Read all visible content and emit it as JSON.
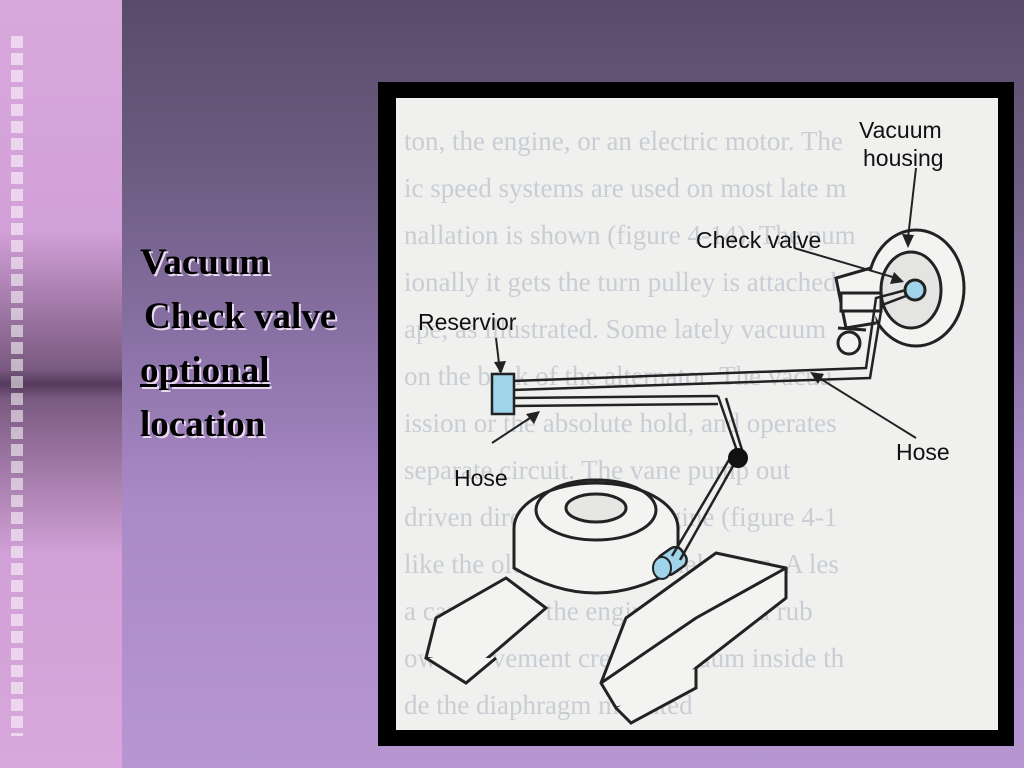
{
  "slide": {
    "title_lines": [
      "Vacuum",
      "Check valve",
      "optional",
      "location"
    ]
  },
  "diagram": {
    "labels": {
      "vacuum_housing_line1": "Vacuum",
      "vacuum_housing_line2": "housing",
      "check_valve": "Check valve",
      "reservior": "Reservior",
      "hose_left": "Hose",
      "hose_right": "Hose"
    },
    "background_text": [
      "ton, the engine, or an electric motor. The",
      "ic speed systems are used on most late m",
      "nallation is shown (figure 4-14). The pum",
      "ionally it gets the turn pulley is attached",
      "ape, as illustrated. Some lately vacuum",
      "on the back of the alternator. The vacuu",
      "ission or the absolute hold, and operates",
      "separate circuit. The vane pump out",
      "driven directly by the engine (figure 4-1",
      "like the old mechanical fuel pump. A les",
      "a cam inside the engine actuates a rub",
      "own movement creates vacuum inside th",
      "de the diaphragm mounted"
    ],
    "colors": {
      "component_fill": "#9fd4ea",
      "valve_dot": "#111111"
    }
  }
}
